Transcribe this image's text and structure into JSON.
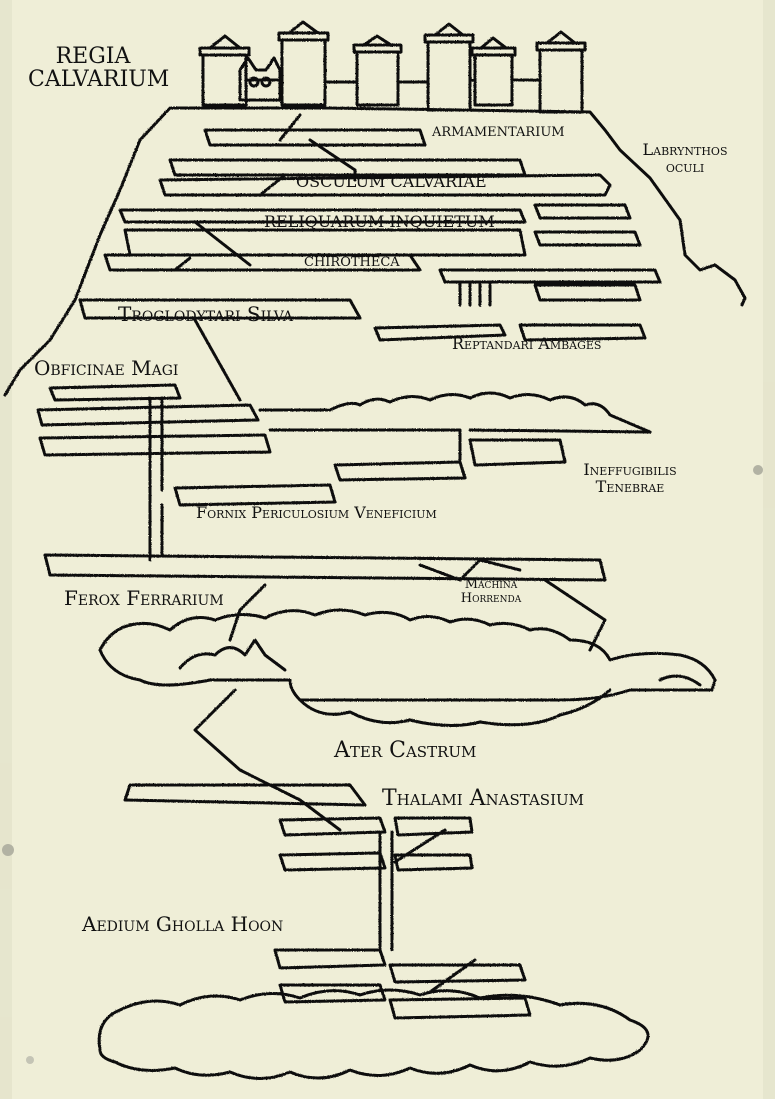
{
  "map": {
    "labels": {
      "regia_calvarium_line1": "REGIA",
      "regia_calvarium_line2": "CALVARIUM",
      "armamentarium": "ARMAMENTARIUM",
      "labrynthos_oculi_line1": "Labrynthos",
      "labrynthos_oculi_line2": "oculi",
      "osculum_calvariae": "OSCULUM CALVARIAE",
      "reliquarum_inquietum": "RELIQUARUM INQUIETUM",
      "chirotheca": "CHIROTHECA",
      "troglodytari_silva": "Troglodytari Silva",
      "reptandari_ambages": "Reptandari Ambages",
      "obficinae_magi": "Obficinae Magi",
      "ineffugibilis_tenebrae_line1": "Ineffugibilis",
      "ineffugibilis_tenebrae_line2": "Tenebrae",
      "fornix_periculosum_veneficium": "Fornix Periculosium Veneficium",
      "ferox_ferrarium": "Ferox Ferrarium",
      "machina_horrenda_line1": "Machina",
      "machina_horrenda_line2": "Horrenda",
      "ater_castrum": "Ater Castrum",
      "thalami_anastasium": "Thalami Anastasium",
      "aedium_gholla_hoon": "Aedium Gholla Hoon"
    },
    "colors": {
      "parchment": "#efeed7",
      "ink": "#111111"
    }
  }
}
